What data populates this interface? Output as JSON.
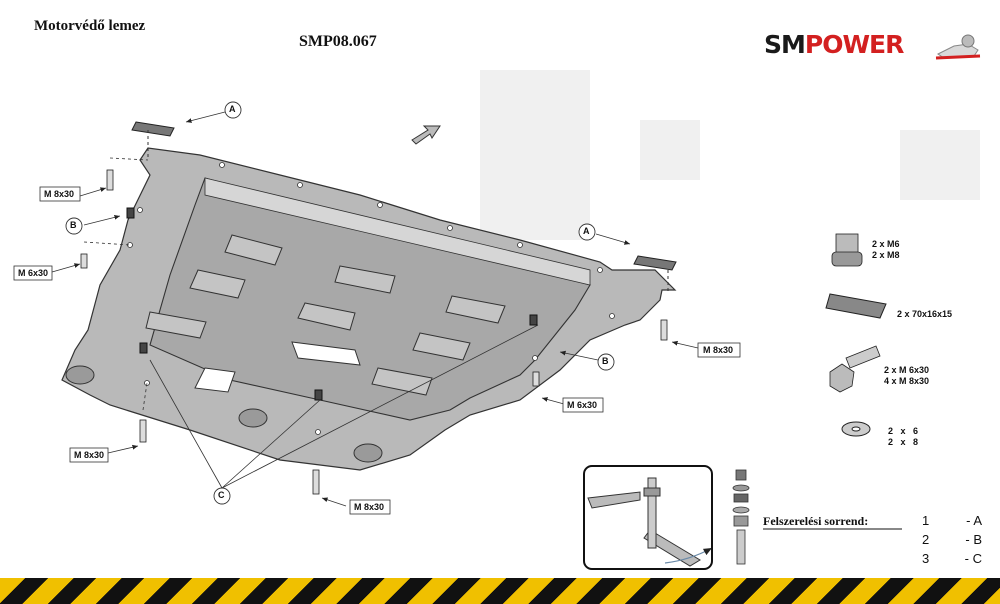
{
  "header": {
    "title": "Motorvédő lemez",
    "code": "SMP08.067",
    "logo_sm": "SM",
    "logo_power": "POWER"
  },
  "colors": {
    "logo_dark": "#1a1a1a",
    "logo_red": "#d32020",
    "stripe_yellow": "#f0c000",
    "plate_gray": "#b9b9b9"
  },
  "callouts": {
    "a": "A",
    "b": "B",
    "c": "C"
  },
  "bolt_labels": {
    "left_top": "M 8x30",
    "left_mid": "M 6x30",
    "left_low": "M 8x30",
    "bottom_mid": "M 8x30",
    "center_right": "M 6x30",
    "right": "M 8x30"
  },
  "parts": [
    {
      "icon": "cage-nut-icon",
      "lines": [
        "2 x M6",
        "2 x M8"
      ]
    },
    {
      "icon": "spacer-plate-icon",
      "lines": [
        "2 x 70x16x15"
      ]
    },
    {
      "icon": "hex-bolt-icon",
      "lines": [
        "2 x M 6x30",
        "4 x M 8x30"
      ]
    },
    {
      "icon": "washer-icon",
      "lines": [
        "2   x   6",
        "2   x   8"
      ]
    }
  ],
  "mounting_order": {
    "title": "Felszerelési sorrend:",
    "steps": [
      {
        "number": "1",
        "letter": "- A"
      },
      {
        "number": "2",
        "letter": "- B"
      },
      {
        "number": "3",
        "letter": "- C"
      }
    ]
  }
}
